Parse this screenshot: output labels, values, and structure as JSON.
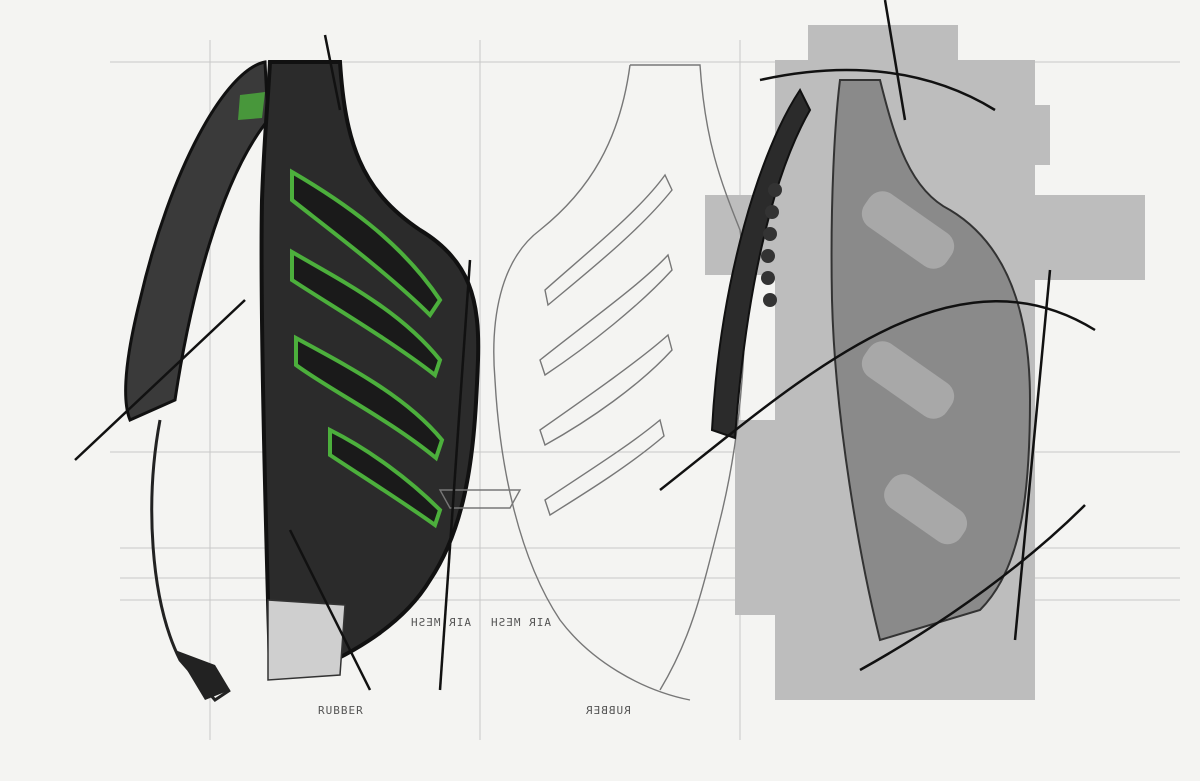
{
  "sketch": {
    "subject": "backpack back panel design sketch",
    "views": [
      "rendered-front-left",
      "line-drawing-center",
      "grey-block-right"
    ],
    "accent_color": "#4caf3c",
    "annotations": {
      "air_mesh_left": "AIR MESH",
      "air_mesh_right": "AIR MESH",
      "rubber_left": "RUBBER",
      "rubber_right": "RUBBER"
    }
  }
}
